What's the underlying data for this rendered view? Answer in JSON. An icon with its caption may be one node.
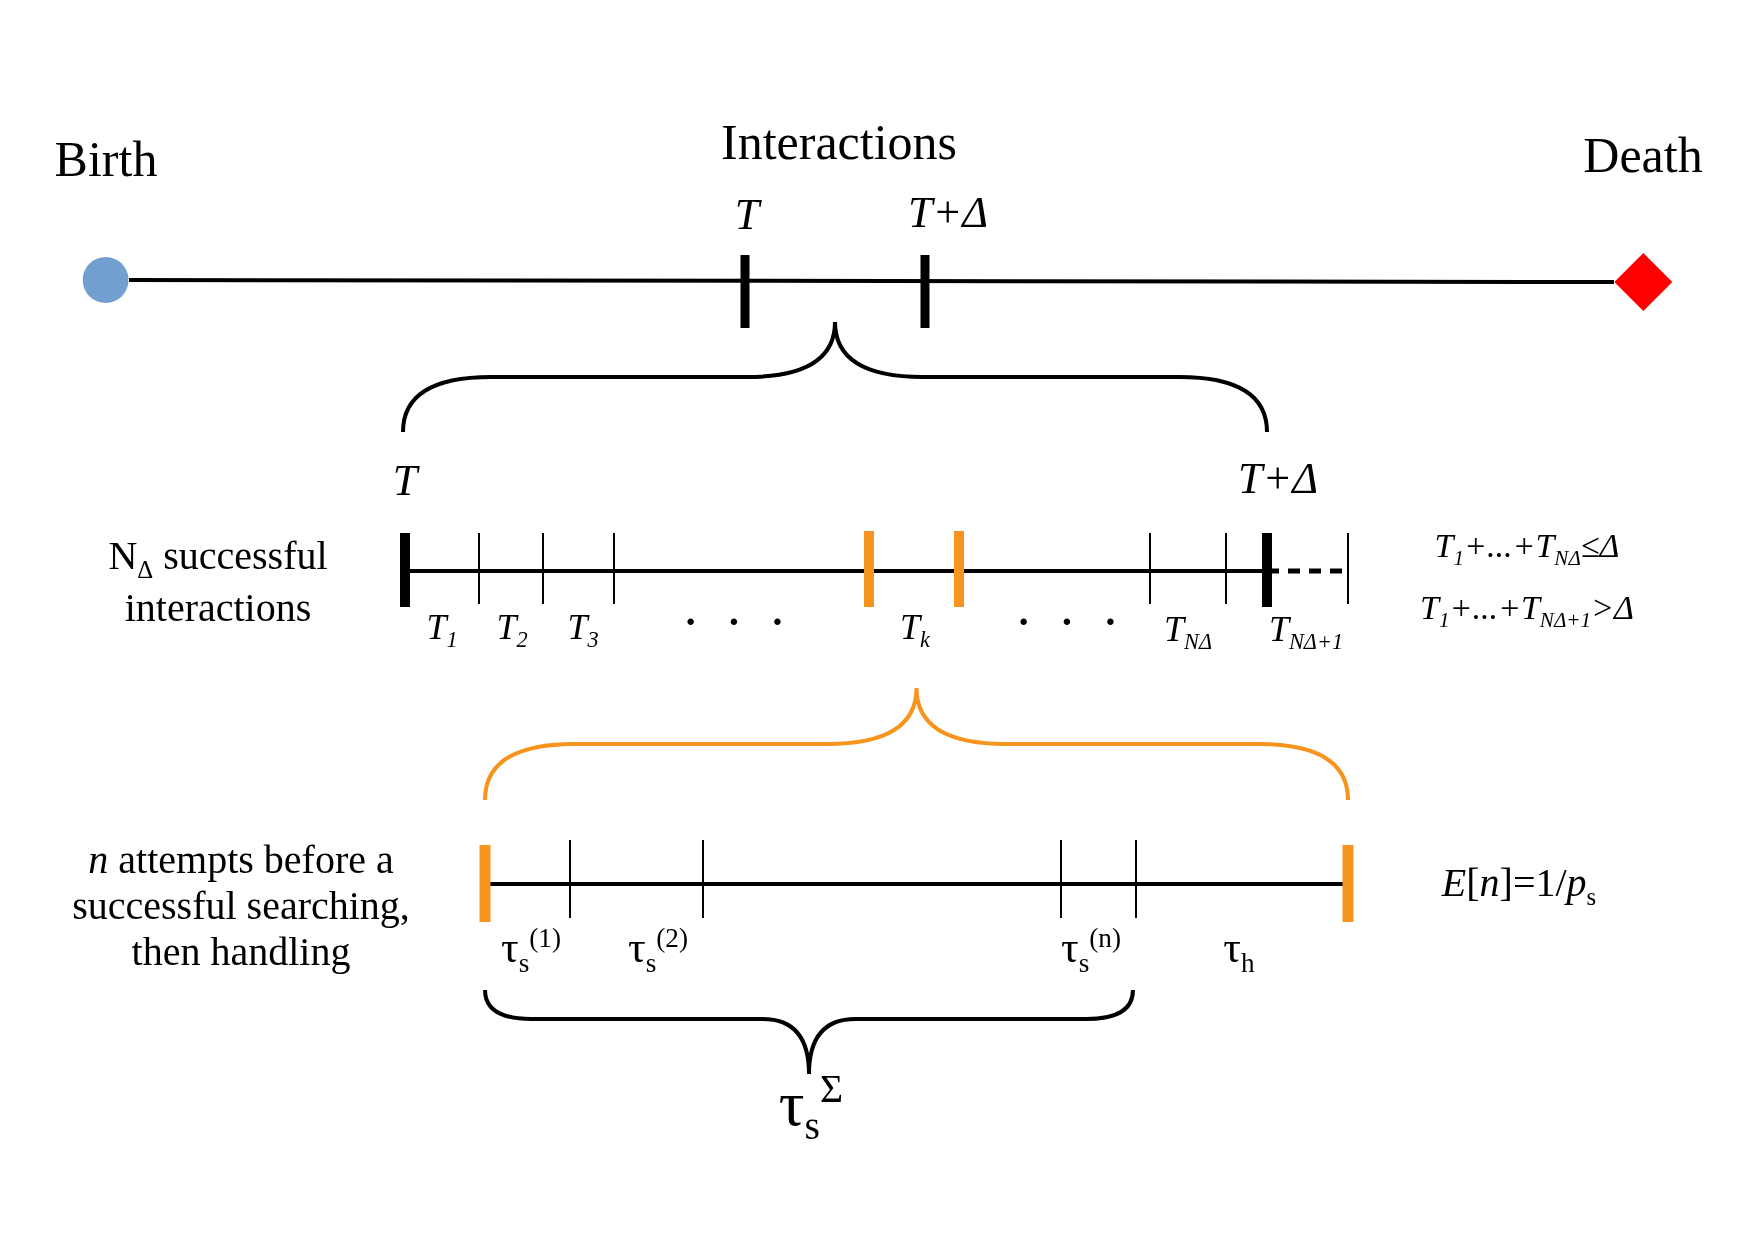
{
  "diagram": {
    "nodes": [
      {
        "text": [
          "Birth"
        ]
      },
      {
        "text": [
          "Death"
        ]
      }
    ],
    "edges": [
      {
        "from": 0,
        "to": 1,
        "arrow": "none"
      }
    ],
    "labels": [
      "Interactions",
      "T",
      "T+Δ",
      "T",
      "T+Δ",
      "N$_{Δ}$ successful interactions",
      "T$_{1}$",
      "T$_{2}$",
      "T$_{3}$",
      "· · ·",
      "T$_{k}$",
      "· · ·",
      "T$_{NΔ}$",
      "T$_{NΔ+1}$",
      "T$_{1}$+...+T$_{NΔ}$≤Δ",
      "T$_{1}$+...+T$_{NΔ+1}$>Δ",
      "*n* attempts before a successful searching, then handling",
      "*E*[*n*]=1/*p*$_{s}$",
      "τ$_{s}$$^{(1)}$",
      "τ$_{s}$$^{(2)}$",
      "τ$_{s}$$^{(n)}$",
      "τ$_{h}$",
      "τ$_{s}$$^{Σ}$"
    ]
  }
}
